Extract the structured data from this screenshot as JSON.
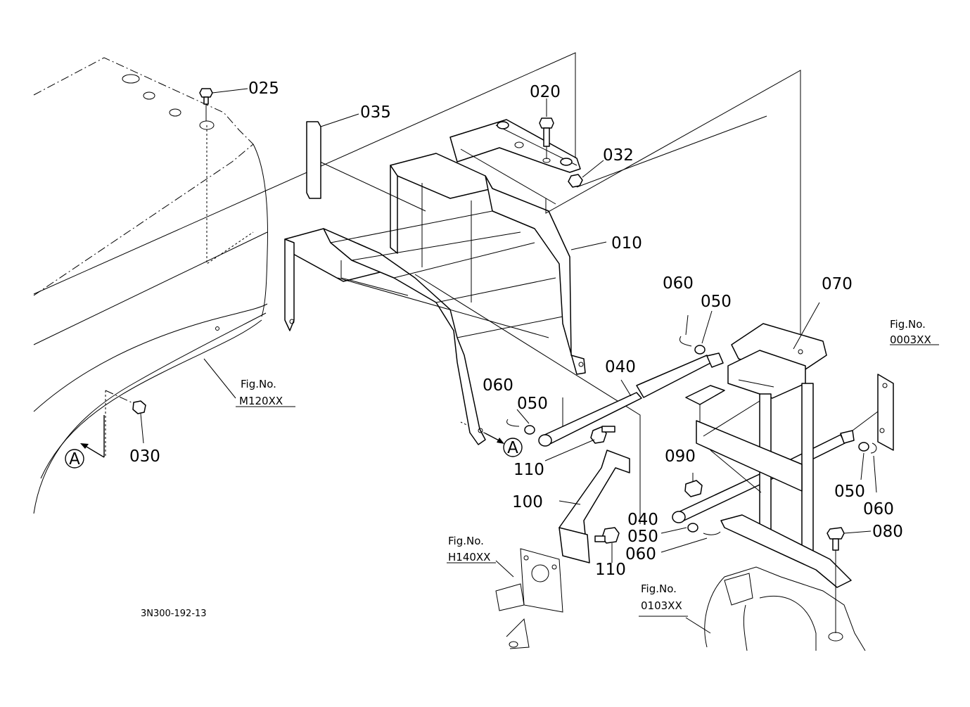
{
  "diagram": {
    "drawing_code": "3N300-192-13",
    "callouts": {
      "c025": "025",
      "c020": "020",
      "c035": "035",
      "c032": "032",
      "c010": "010",
      "c060a": "060",
      "c050a": "050",
      "c070": "070",
      "c040a": "040",
      "c060b": "060",
      "c050b": "050",
      "c110a": "110",
      "c090": "090",
      "c050c": "050",
      "c060c": "060",
      "c100": "100",
      "c040b": "040",
      "c050d": "050",
      "c060d": "060",
      "c080": "080",
      "c110b": "110",
      "c030": "030"
    },
    "references": {
      "ref_a_left": "A",
      "ref_a_right": "A"
    },
    "fig_refs": [
      {
        "label": "Fig.No.",
        "code": "M120XX"
      },
      {
        "label": "Fig.No.",
        "code": "0003XX"
      },
      {
        "label": "Fig.No.",
        "code": "H140XX"
      },
      {
        "label": "Fig.No.",
        "code": "0103XX"
      }
    ]
  }
}
